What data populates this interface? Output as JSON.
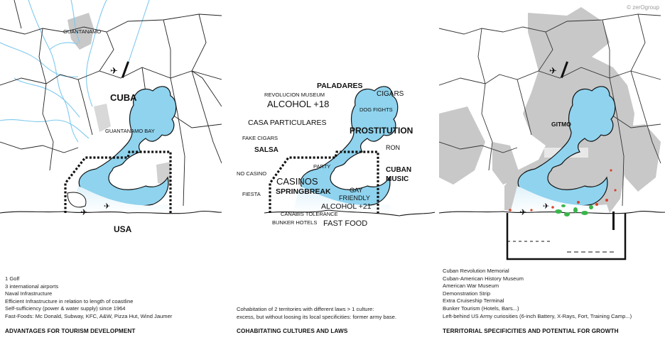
{
  "credit": "© zerOgroup",
  "panels": [
    {
      "labels": {
        "guantanamo": "GUANTANAMO",
        "cuba": "CUBA",
        "guantanamo_bay": "GUANTANAMO BAY",
        "usa": "USA"
      },
      "description": [
        "1 Golf",
        "3 international airports",
        "Naval Infrastructure",
        "Efficient Infrastructure in relation to length of coastline",
        "Self-sufficiency (power & water supply) since 1964",
        "Fast-Foods: Mc Donald, Subway, KFC, A&W, Pizza Hut, Wind Jaumer"
      ],
      "heading": "ADVANTAGES FOR TOURISM DEVELOPMENT"
    },
    {
      "words": {
        "paladares": "PALADARES",
        "revolucion_museum": "REVOLUCION MUSEUM",
        "cigars": "CIGARS",
        "alcohol18": "ALCOHOL +18",
        "dog_fights": "DOG FIGHTS",
        "casa_particulares": "CASA PARTICULARES",
        "prostitution": "PROSTITUTION",
        "fake_cigars": "FAKE CIGARS",
        "salsa": "SALSA",
        "ron": "RON",
        "party": "PARTY",
        "no_casino": "NO CASINO",
        "cuban": "CUBAN",
        "music": "MUSIC",
        "casinos": "CASINOS",
        "springbreak": "SPRINGBREAK",
        "gay": "GAY",
        "friendly": "FRIENDLY",
        "fiesta": "FIESTA",
        "alcohol21": "ALCOHOL +21",
        "canabis_tolerance": "CANABIS TOLERANCE",
        "bunker_hotels": "BUNKER HOTELS",
        "fast_food": "FAST FOOD"
      },
      "description": [
        "Cohabitation of 2 territories with different laws > 1 culture:",
        "excess, but without loosing its local specificities: former army base."
      ],
      "heading": "COHABITATING CULTURES AND LAWS"
    },
    {
      "labels": {
        "gitmo": "GITMO"
      },
      "description": [
        "Cuban Revolution Memorial",
        "Cuban-American History Museum",
        "American War Museum",
        "Demonstration Strip",
        "Extra Cruiseship Terminal",
        "Bunker Tourism (Hotels, Bars...)",
        "Left-behind US Army curiosities (6-inch Battery, X-Rays, Fort, Training Camp...)"
      ],
      "heading": "TERRITORIAL SPECIFICITIES AND POTENTIAL FOR GROWTH"
    }
  ],
  "colors": {
    "water": "#8fd3ee",
    "water_edge": "#111111",
    "rivers": "#7ec9ee",
    "urban_grey": "#c8c8c8",
    "green_spots": "#3ab54a",
    "red_spots": "#d9442b"
  }
}
